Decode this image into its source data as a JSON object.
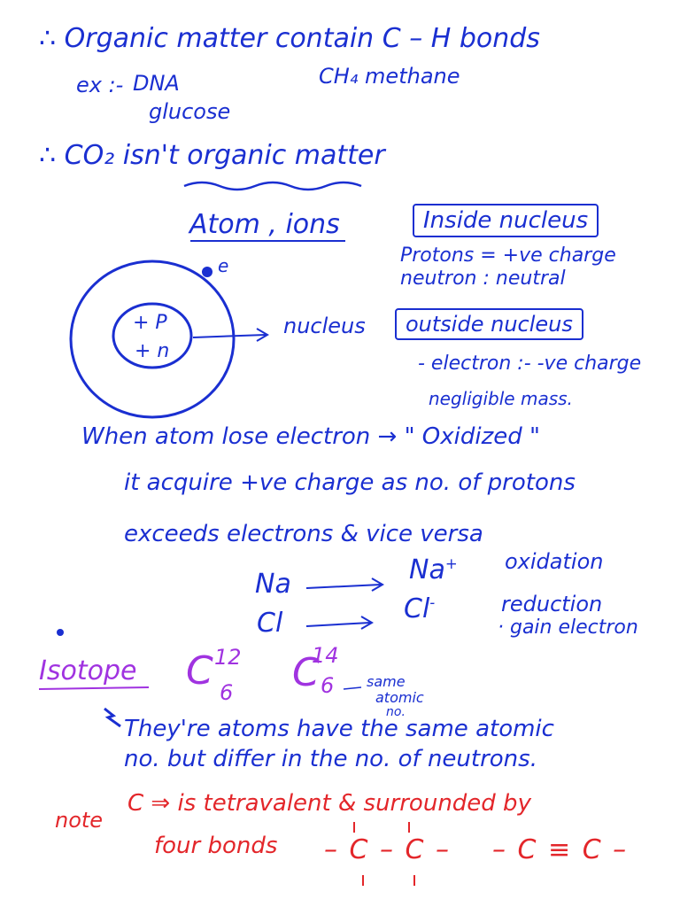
{
  "page": {
    "line1": "∴ Organic matter contain  C – H  bonds",
    "ex_label": "ex :-",
    "ex1": "DNA",
    "ex2": "glucose",
    "ex3": "CH₄ methane",
    "line2": "∴ CO₂  isn't  organic  matter",
    "atom_title": "Atom , ions",
    "electron_label": "e",
    "nucleus_p": "+ P",
    "nucleus_n": "+ n",
    "nucleus_label": "nucleus",
    "inside_title": "Inside nucleus",
    "inside_1": "Protons = +ve charge",
    "inside_2": "neutron : neutral",
    "outside_title": "outside nucleus",
    "outside_1": "- electron :- -ve charge",
    "outside_2": "negligible mass.",
    "oxid_1": "When atom lose electron →  \" Oxidized \"",
    "oxid_2": "it acquire +ve charge as no. of protons",
    "oxid_3": "exceeds electrons & vice versa",
    "na": "Na",
    "na_ion": "Na",
    "na_sup": "+",
    "oxidation": "oxidation",
    "cl": "Cl",
    "cl_ion": "Cl",
    "cl_sup": "-",
    "reduction": "reduction",
    "gain": "· gain electron",
    "isotope_title": "Isotope",
    "c12_main": "C",
    "c12_mass": "12",
    "c12_num": "6",
    "c14_main": "C",
    "c14_mass": "14",
    "c14_num": "6",
    "same_1": "same",
    "same_2": "atomic",
    "same_3": "no.",
    "iso_1": "They're  atoms have  the same atomic",
    "iso_2": "no.       but differ in the no. of neutrons.",
    "note_label": "note",
    "note_1": "C  ⇒ is tetravalent & surrounded by",
    "note_2": "four bonds",
    "struct_1": "– C – C –",
    "struct_2": "– C ≡ C –",
    "colors": {
      "blue": "#1a2fd1",
      "purple": "#a033e0",
      "red": "#e3262a"
    }
  }
}
